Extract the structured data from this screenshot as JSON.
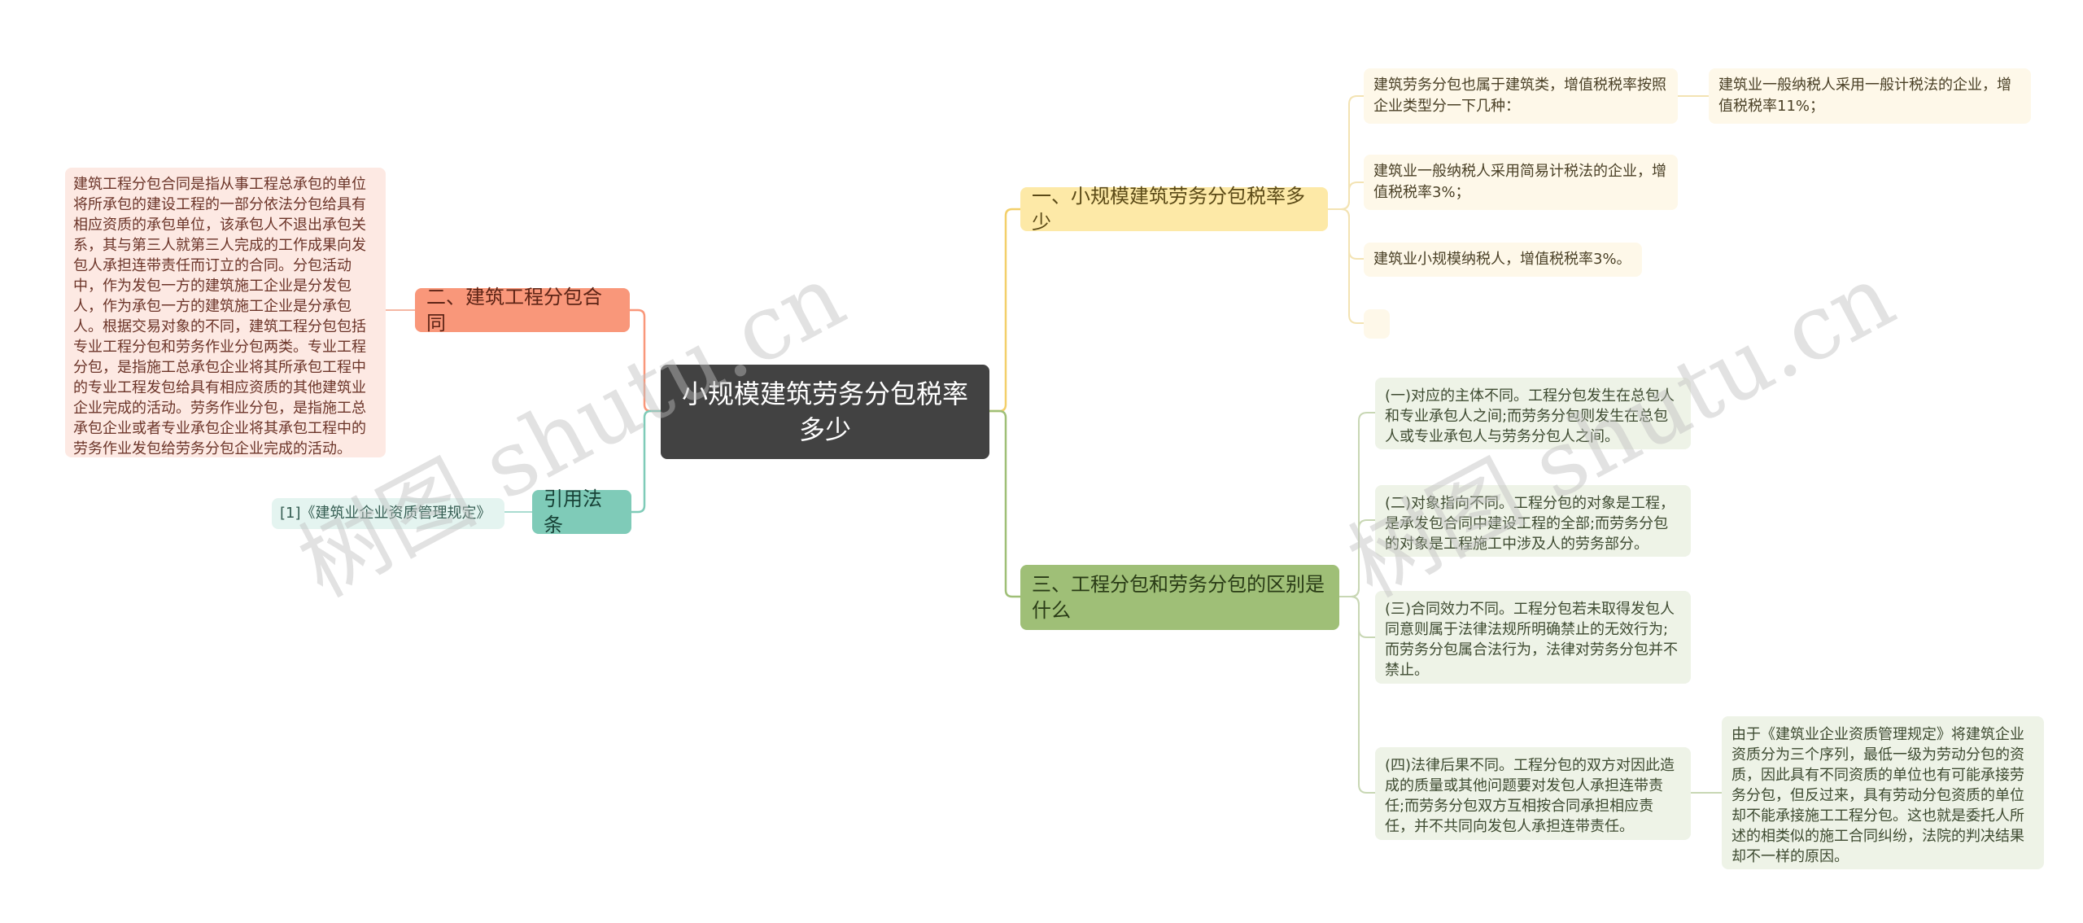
{
  "root": {
    "title": "小规模建筑劳务分包税率多少"
  },
  "branch1": {
    "label": "一、小规模建筑劳务分包税率多少",
    "items": [
      "建筑劳务分包也属于建筑类，增值税税率按照企业类型分一下几种：",
      "建筑业一般纳税人采用简易计税法的企业，增值税税率3%；",
      "建筑业小规模纳税人，增值税税率3%。",
      ""
    ],
    "sub": "建筑业一般纳税人采用一般计税法的企业，增值税税率11%；"
  },
  "branch2": {
    "label": "二、建筑工程分包合同",
    "item": "建筑工程分包合同是指从事工程总承包的单位将所承包的建设工程的一部分依法分包给具有相应资质的承包单位，该承包人不退出承包关系，其与第三人就第三人完成的工作成果向发包人承担连带责任而订立的合同。分包活动中，作为发包一方的建筑施工企业是分发包人，作为承包一方的建筑施工企业是分承包人。根据交易对象的不同，建筑工程分包包括专业工程分包和劳务作业分包两类。专业工程分包，是指施工总承包企业将其所承包工程中的专业工程发包给具有相应资质的其他建筑业企业完成的活动。劳务作业分包，是指施工总承包企业或者专业承包企业将其承包工程中的劳务作业发包给劳务分包企业完成的活动。"
  },
  "branch3": {
    "label": "三、工程分包和劳务分包的区别是什么",
    "items": [
      "(一)对应的主体不同。工程分包发生在总包人和专业承包人之间;而劳务分包则发生在总包人或专业承包人与劳务分包人之间。",
      "(二)对象指向不同。工程分包的对象是工程，是承发包合同中建设工程的全部;而劳务分包的对象是工程施工中涉及人的劳务部分。",
      "(三)合同效力不同。工程分包若未取得发包人同意则属于法律法规所明确禁止的无效行为;而劳务分包属合法行为，法律对劳务分包并不禁止。",
      "(四)法律后果不同。工程分包的双方对因此造成的质量或其他问题要对发包人承担连带责任;而劳务分包双方互相按合同承担相应责任，并不共同向发包人承担连带责任。"
    ],
    "sub": "由于《建筑业企业资质管理规定》将建筑企业资质分为三个序列，最低一级为劳动分包的资质，因此具有不同资质的单位也有可能承接劳务分包，但反过来，具有劳动分包资质的单位却不能承接施工工程分包。这也就是委托人所述的相类似的施工合同纠纷，法院的判决结果却不一样的原因。"
  },
  "branch4": {
    "label": "引用法条",
    "item": "[1]《建筑业企业资质管理规定》"
  },
  "watermarks": [
    "树图 shutu.cn",
    "树图 shutu.cn"
  ],
  "colors": {
    "root": "#424242",
    "branch1": "#fde9a7",
    "branch2": "#f9977a",
    "branch3": "#9fbf77",
    "branch4": "#7fcbb8"
  }
}
